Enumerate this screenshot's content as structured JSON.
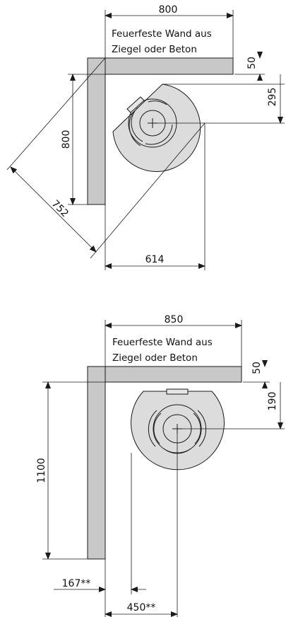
{
  "colors": {
    "wall_fill": "#c8c8c8",
    "stove_fill": "#dcdcdc",
    "line": "#1a1a1a",
    "text": "#111111"
  },
  "top": {
    "wall_label_line1": "Feuerfeste Wand aus",
    "wall_label_line2": "Ziegel oder Beton",
    "dim_width": "800",
    "dim_wall_thickness": "50",
    "dim_depth": "295",
    "dim_height": "800",
    "dim_diagonal": "752",
    "dim_bottom": "614"
  },
  "bottom": {
    "wall_label_line1": "Feuerfeste Wand aus",
    "wall_label_line2": "Ziegel oder Beton",
    "dim_width": "850",
    "dim_wall_thickness": "50",
    "dim_depth": "190",
    "dim_height": "1100",
    "dim_left": "167**",
    "dim_center": "450**"
  }
}
